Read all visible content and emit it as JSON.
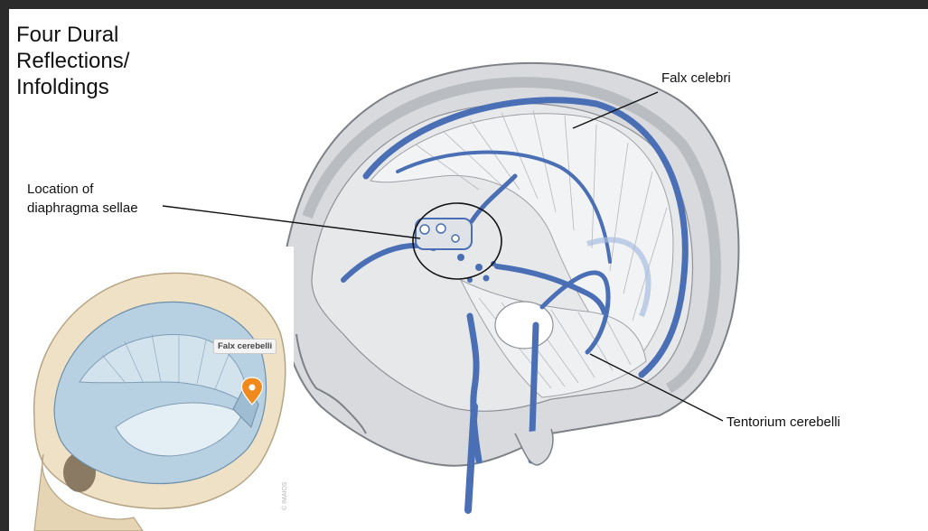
{
  "slide": {
    "title": "Four Dural\nReflections/\nInfoldings"
  },
  "labels": {
    "falx_celebri": "Falx celebri",
    "diaphragma_sellae": "Location of\ndiaphragma sellae",
    "tentorium_cerebelli": "Tentorium cerebelli"
  },
  "inset": {
    "tag": "Falx cerebelli",
    "watermark": "© IMAIOS"
  },
  "colors": {
    "sinus_blue": "#4a6fb5",
    "dura_gray": "#c9cdd3",
    "bone_beige": "#efe1c6",
    "membrane_blue": "#b7d0e2",
    "marker_orange": "#f08a1c"
  }
}
